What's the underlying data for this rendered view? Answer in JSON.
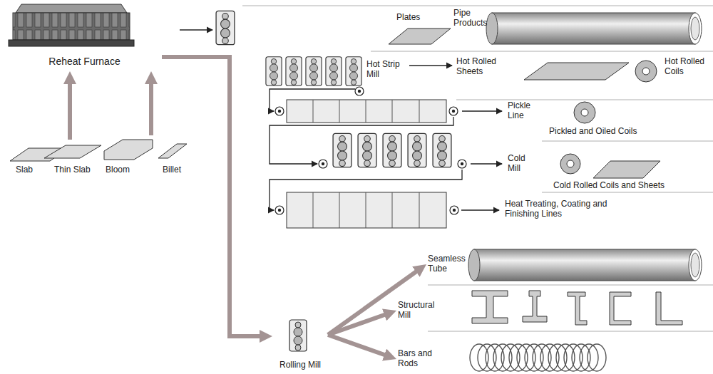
{
  "diagram": {
    "nodes": [
      {
        "text": [
          "Reheat Furnace"
        ]
      },
      {
        "text": [
          "Slab"
        ]
      },
      {
        "text": [
          "Thin Slab"
        ]
      },
      {
        "text": [
          "Bloom"
        ]
      },
      {
        "text": [
          "Billet"
        ]
      },
      {
        "text": [
          "Hot Strip Mill"
        ]
      },
      {
        "text": [
          "Pickle Line"
        ]
      },
      {
        "text": [
          "Cold Mill"
        ]
      },
      {
        "text": [
          "Heat Treating, Coating and Finishing Lines"
        ]
      },
      {
        "text": [
          "Rolling Mill"
        ]
      },
      {
        "text": [
          "Seamless Tube"
        ]
      },
      {
        "text": [
          "Structural Mill"
        ]
      },
      {
        "text": [
          "Bars and Rods"
        ]
      }
    ],
    "edges": [
      {
        "from": 1,
        "to": 0,
        "arrow": "to"
      },
      {
        "from": 3,
        "to": 0,
        "arrow": "to"
      },
      {
        "from": 0,
        "to": 9,
        "arrow": "to"
      },
      {
        "from": 9,
        "to": 10,
        "arrow": "to"
      },
      {
        "from": 9,
        "to": 11,
        "arrow": "to"
      },
      {
        "from": 9,
        "to": 12,
        "arrow": "to"
      }
    ],
    "labels": [
      "Plates",
      "Pipe Products",
      "Hot Rolled Sheets",
      "Hot Rolled Coils",
      "Pickled and Oiled Coils",
      "Cold Rolled Coils and Sheets"
    ]
  }
}
